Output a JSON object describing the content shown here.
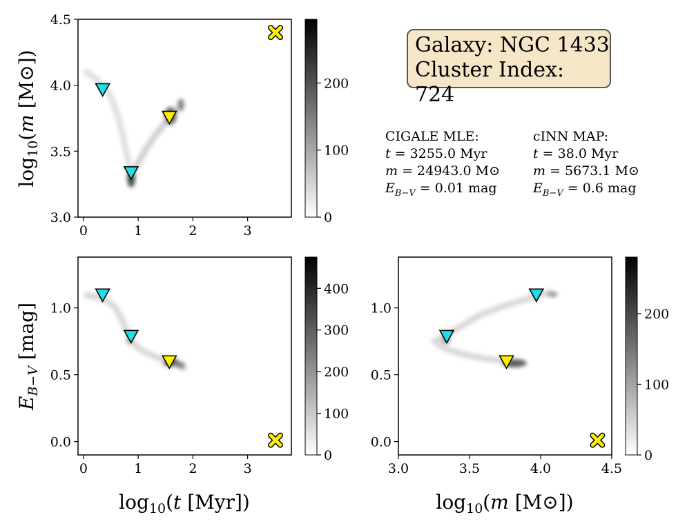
{
  "info": {
    "galaxy": "Galaxy: NGC 1433",
    "cluster": "Cluster Index: 724"
  },
  "stats": {
    "cigale": {
      "title": "CIGALE MLE:",
      "t": "3255.0",
      "m": "24943.0",
      "ebv": "0.01"
    },
    "cinn": {
      "title": "cINN MAP:",
      "t": "38.0",
      "m": "5673.1",
      "ebv": "0.6"
    }
  },
  "units": {
    "myr": "Myr",
    "mag": "mag",
    "msun": "M⊙"
  },
  "colors": {
    "cyan": "#22dde8",
    "yellow": "#ffee00",
    "marker_edge": "#000000"
  },
  "chart_data": [
    {
      "type": "heatmap",
      "panel": "top-left",
      "xlabel": "log10(t [Myr])",
      "ylabel": "log10(m [M⊙])",
      "xlim": [
        -0.1,
        3.8
      ],
      "ylim": [
        3.0,
        4.5
      ],
      "xticks": [
        0,
        1,
        2,
        3
      ],
      "yticks": [
        3.0,
        3.5,
        4.0,
        4.5
      ],
      "colorbar": {
        "ticks": [
          0,
          100,
          200
        ],
        "max": 295
      },
      "markers": [
        {
          "shape": "triangle",
          "color": "cyan",
          "x": 0.35,
          "y": 3.97
        },
        {
          "shape": "triangle",
          "color": "cyan",
          "x": 0.87,
          "y": 3.34
        },
        {
          "shape": "triangle",
          "color": "yellow",
          "x": 1.57,
          "y": 3.76
        },
        {
          "shape": "x",
          "color": "yellow",
          "x": 3.51,
          "y": 4.4
        }
      ]
    },
    {
      "type": "heatmap",
      "panel": "bottom-left",
      "xlabel": "log10(t [Myr])",
      "ylabel": "E_B−V [mag]",
      "xlim": [
        -0.1,
        3.8
      ],
      "ylim": [
        -0.1,
        1.38
      ],
      "xticks": [
        0,
        1,
        2,
        3
      ],
      "yticks": [
        0.0,
        0.5,
        1.0
      ],
      "colorbar": {
        "ticks": [
          0,
          100,
          200,
          300,
          400
        ],
        "max": 475
      },
      "markers": [
        {
          "shape": "triangle",
          "color": "cyan",
          "x": 0.35,
          "y": 1.1
        },
        {
          "shape": "triangle",
          "color": "cyan",
          "x": 0.87,
          "y": 0.79
        },
        {
          "shape": "triangle",
          "color": "yellow",
          "x": 1.57,
          "y": 0.6
        },
        {
          "shape": "x",
          "color": "yellow",
          "x": 3.51,
          "y": 0.01
        }
      ]
    },
    {
      "type": "heatmap",
      "panel": "bottom-right",
      "xlabel": "log10(m [M⊙])",
      "ylabel": "",
      "xlim": [
        3.0,
        4.5
      ],
      "ylim": [
        -0.1,
        1.38
      ],
      "xticks": [
        3.0,
        3.5,
        4.0,
        4.5
      ],
      "yticks": [
        0.0,
        0.5,
        1.0
      ],
      "colorbar": {
        "ticks": [
          0,
          100,
          200
        ],
        "max": 280
      },
      "markers": [
        {
          "shape": "triangle",
          "color": "cyan",
          "x": 3.97,
          "y": 1.1
        },
        {
          "shape": "triangle",
          "color": "cyan",
          "x": 3.34,
          "y": 0.79
        },
        {
          "shape": "triangle",
          "color": "yellow",
          "x": 3.76,
          "y": 0.6
        },
        {
          "shape": "x",
          "color": "yellow",
          "x": 4.4,
          "y": 0.01
        }
      ]
    }
  ]
}
